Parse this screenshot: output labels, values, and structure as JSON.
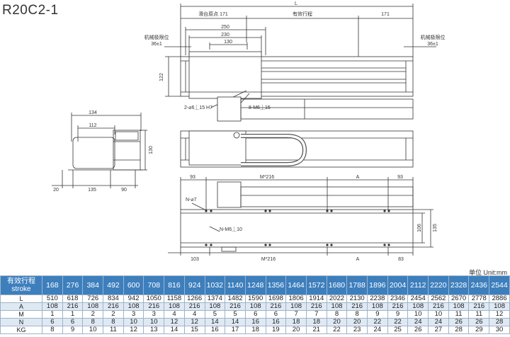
{
  "title": "R20C2-1",
  "top_view": {
    "L": "L",
    "slider_origin": "滑台原点 171",
    "effective_stroke": "有效行程",
    "right_dim": "171",
    "dim_250": "250",
    "dim_230": "230",
    "dim_130": "130",
    "limit_left_label": "机械极限位",
    "limit_left_value": "36±1",
    "limit_right_label": "机械极限位",
    "limit_right_value": "36±1",
    "height_122": "122",
    "hole_callout_1": "2-⌀6⏊15 H7",
    "hole_callout_2": "8-M6⏊15"
  },
  "end_view": {
    "dim_134": "134",
    "dim_112": "112",
    "dim_130": "130",
    "dim_20": "20",
    "dim_135": "135",
    "dim_90": "90"
  },
  "bottom_view": {
    "dim_93_left": "93",
    "dim_M216_top": "M*216",
    "dim_A_top": "A",
    "dim_93_right": "93",
    "hole_N7": "N-⌀7",
    "hole_NM6": "N-M6⏊10",
    "dim_106": "106",
    "dim_135": "135",
    "dim_103": "103",
    "dim_M216_bottom": "M*216",
    "dim_A_bottom": "A",
    "dim_83": "83"
  },
  "unit_label": "单位 Unit:mm",
  "table": {
    "header_label_line1": "有效行程",
    "header_label_line2": "stroke",
    "strokes": [
      "168",
      "276",
      "384",
      "492",
      "600",
      "708",
      "816",
      "924",
      "1032",
      "1140",
      "1248",
      "1356",
      "1464",
      "1572",
      "1680",
      "1788",
      "1896",
      "2004",
      "2112",
      "2220",
      "2328",
      "2436",
      "2544"
    ],
    "rows": [
      {
        "label": "L",
        "values": [
          "510",
          "618",
          "726",
          "834",
          "942",
          "1050",
          "1158",
          "1266",
          "1374",
          "1482",
          "1590",
          "1698",
          "1806",
          "1914",
          "2022",
          "2130",
          "2238",
          "2346",
          "2454",
          "2562",
          "2670",
          "2778",
          "2886"
        ]
      },
      {
        "label": "A",
        "values": [
          "108",
          "216",
          "108",
          "216",
          "108",
          "216",
          "108",
          "216",
          "108",
          "216",
          "108",
          "216",
          "108",
          "216",
          "108",
          "216",
          "108",
          "216",
          "108",
          "216",
          "108",
          "216",
          "108"
        ]
      },
      {
        "label": "M",
        "values": [
          "1",
          "1",
          "2",
          "2",
          "3",
          "3",
          "4",
          "4",
          "5",
          "5",
          "6",
          "6",
          "7",
          "7",
          "8",
          "8",
          "9",
          "9",
          "10",
          "10",
          "11",
          "11",
          "12"
        ]
      },
      {
        "label": "N",
        "values": [
          "6",
          "6",
          "8",
          "8",
          "10",
          "10",
          "12",
          "12",
          "14",
          "14",
          "16",
          "16",
          "18",
          "18",
          "20",
          "20",
          "22",
          "22",
          "24",
          "24",
          "26",
          "26",
          "28"
        ]
      },
      {
        "label": "KG",
        "values": [
          "8",
          "9",
          "10",
          "11",
          "12",
          "13",
          "14",
          "15",
          "16",
          "17",
          "18",
          "19",
          "20",
          "21",
          "22",
          "23",
          "24",
          "25",
          "26",
          "27",
          "28",
          "29",
          "30"
        ]
      }
    ]
  }
}
